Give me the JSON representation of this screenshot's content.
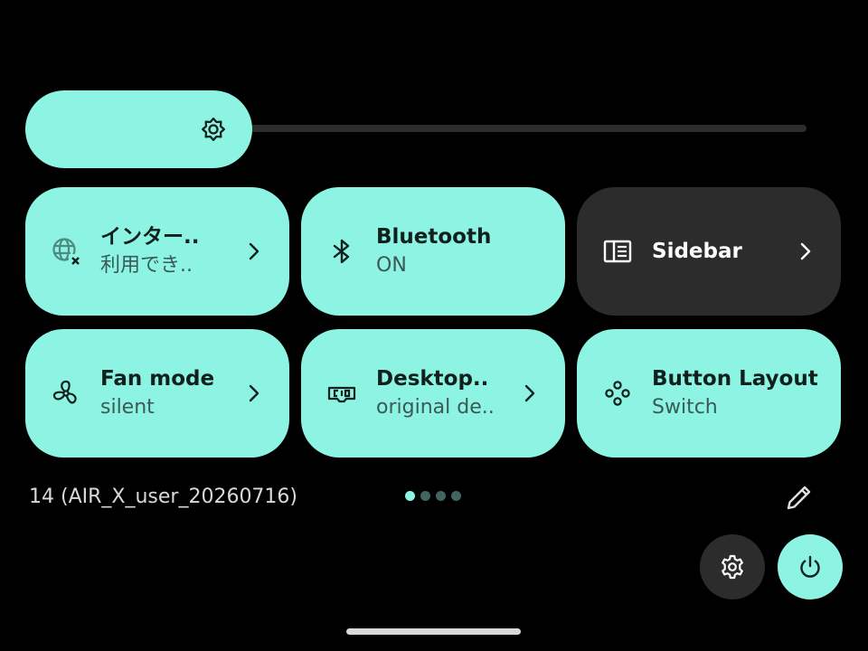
{
  "brightness": {
    "level": 0.29,
    "icon": "brightness-icon"
  },
  "tiles": [
    {
      "title": "インター..",
      "subtitle": "利用でき..",
      "icon": "globe-off-icon",
      "state": "active",
      "has_chevron": true
    },
    {
      "title": "Bluetooth",
      "subtitle": "ON",
      "icon": "bluetooth-icon",
      "state": "active",
      "has_chevron": false
    },
    {
      "title": "Sidebar",
      "subtitle": "",
      "icon": "sidebar-icon",
      "state": "inactive",
      "has_chevron": true
    },
    {
      "title": "Fan mode",
      "subtitle": "silent",
      "icon": "fan-icon",
      "state": "active",
      "has_chevron": true
    },
    {
      "title": "Desktop..",
      "subtitle": "original de..",
      "icon": "gamepad-icon",
      "state": "active",
      "has_chevron": true
    },
    {
      "title": "Button Layout",
      "subtitle": "Switch",
      "icon": "button-layout-icon",
      "state": "active",
      "has_chevron": false
    }
  ],
  "footer": {
    "build_label": "14 (AIR_X_user_20260716)",
    "page_count": 4,
    "current_page": 1,
    "edit_icon": "pencil-icon"
  },
  "actions": {
    "settings_icon": "gear-icon",
    "power_icon": "power-icon"
  },
  "colors": {
    "background": "#000000",
    "tile_active": "#8df4e3",
    "tile_inactive": "#2c2c2c",
    "tile_text_dark": "#10201d",
    "text_light": "#ffffff"
  }
}
